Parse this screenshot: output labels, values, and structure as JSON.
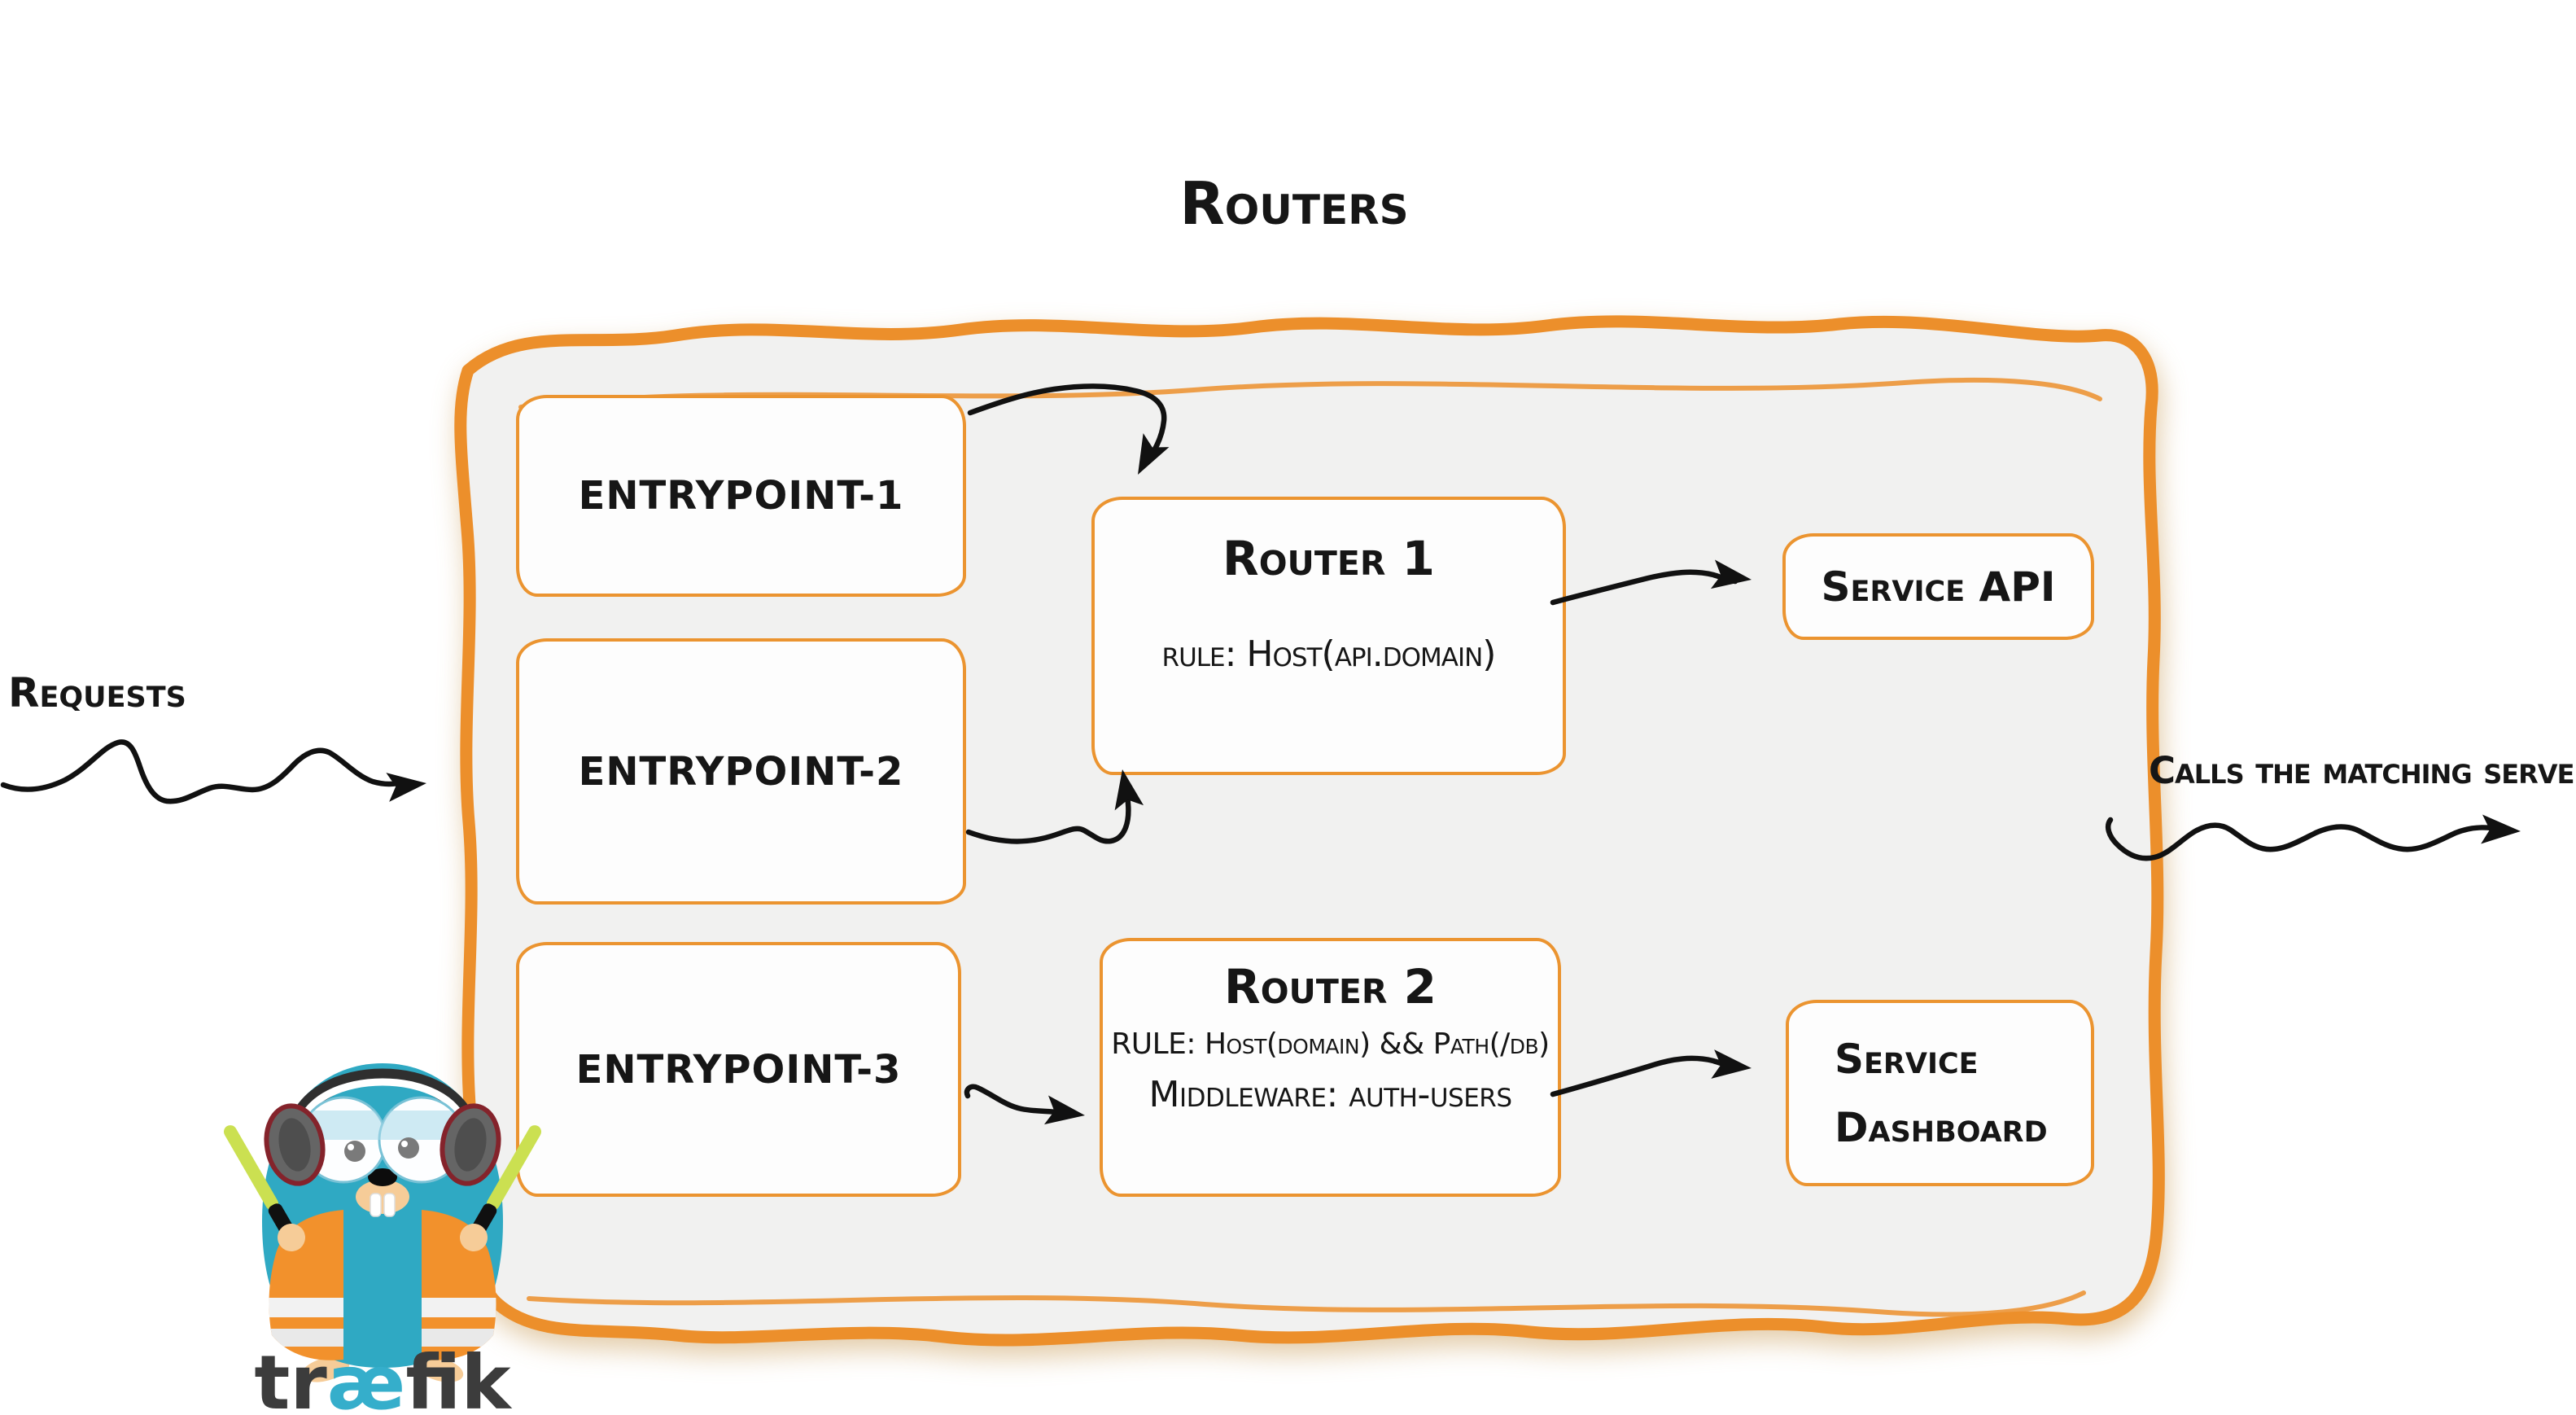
{
  "diagram_title": "Routers",
  "left_label": "Requests",
  "right_label": "Calls the matching server",
  "entrypoints": [
    {
      "label": "entrypoint-1"
    },
    {
      "label": "entrypoint-2"
    },
    {
      "label": "entrypoint-3"
    }
  ],
  "routers": [
    {
      "title": "Router 1",
      "rule": "rule: Host(api.domain)"
    },
    {
      "title": "Router 2",
      "rule": "RULE: Host(domain) && Path(/db)",
      "middleware": "Middleware: auth-users"
    }
  ],
  "services": [
    {
      "label": "Service API"
    },
    {
      "label_line1": "Service",
      "label_line2": "Dashboard"
    }
  ],
  "logo": {
    "wordmark_tr": "tr",
    "wordmark_ae": "æ",
    "wordmark_fik": "fik"
  },
  "colors": {
    "accent_orange": "#EC8F2B",
    "box_border_orange": "#EB9430",
    "panel_fill": "#F1F1F0",
    "ink": "#161616",
    "logo_teal_text": "#35AECB",
    "gopher_body_teal": "#2FA9C3",
    "vest_orange": "#F2912C",
    "stick_green": "#CBE051"
  }
}
